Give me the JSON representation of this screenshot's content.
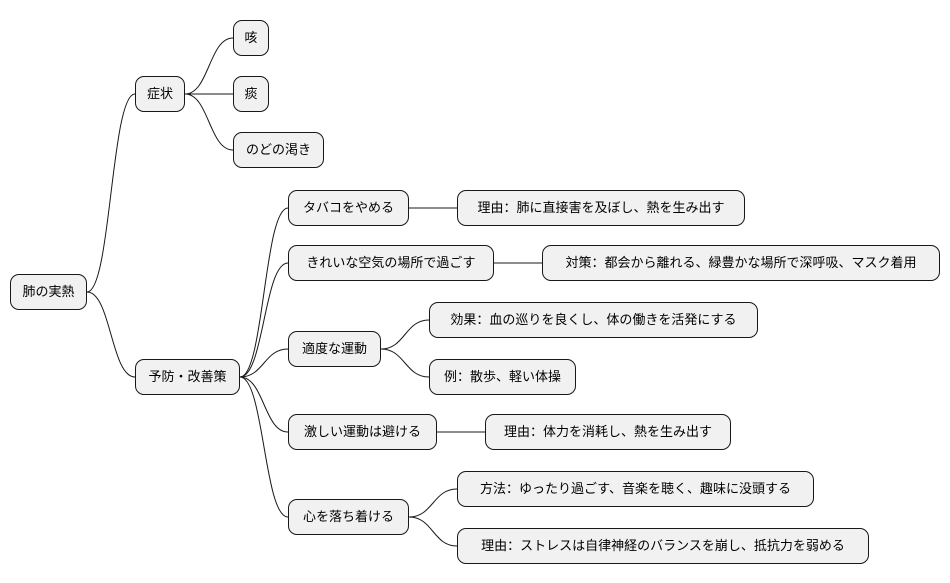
{
  "mindmap": {
    "root": "肺の実熱",
    "symptoms": {
      "label": "症状",
      "items": [
        "咳",
        "痰",
        "のどの渇き"
      ]
    },
    "prevention": {
      "label": "予防・改善策",
      "quit_smoking": {
        "label": "タバコをやめる",
        "detail": "理由：肺に直接害を及ぼし、熱を生み出す"
      },
      "clean_air": {
        "label": "きれいな空気の場所で過ごす",
        "detail": "対策：都会から離れる、緑豊かな場所で深呼吸、マスク着用"
      },
      "moderate_exercise": {
        "label": "適度な運動",
        "effect": "効果：血の巡りを良くし、体の働きを活発にする",
        "example": "例：散歩、軽い体操"
      },
      "avoid_intense_exercise": {
        "label": "激しい運動は避ける",
        "detail": "理由：体力を消耗し、熱を生み出す"
      },
      "calm_mind": {
        "label": "心を落ち着ける",
        "method": "方法：ゆったり過ごす、音楽を聴く、趣味に没頭する",
        "reason": "理由：ストレスは自律神経のバランスを崩し、抵抗力を弱める"
      }
    }
  }
}
